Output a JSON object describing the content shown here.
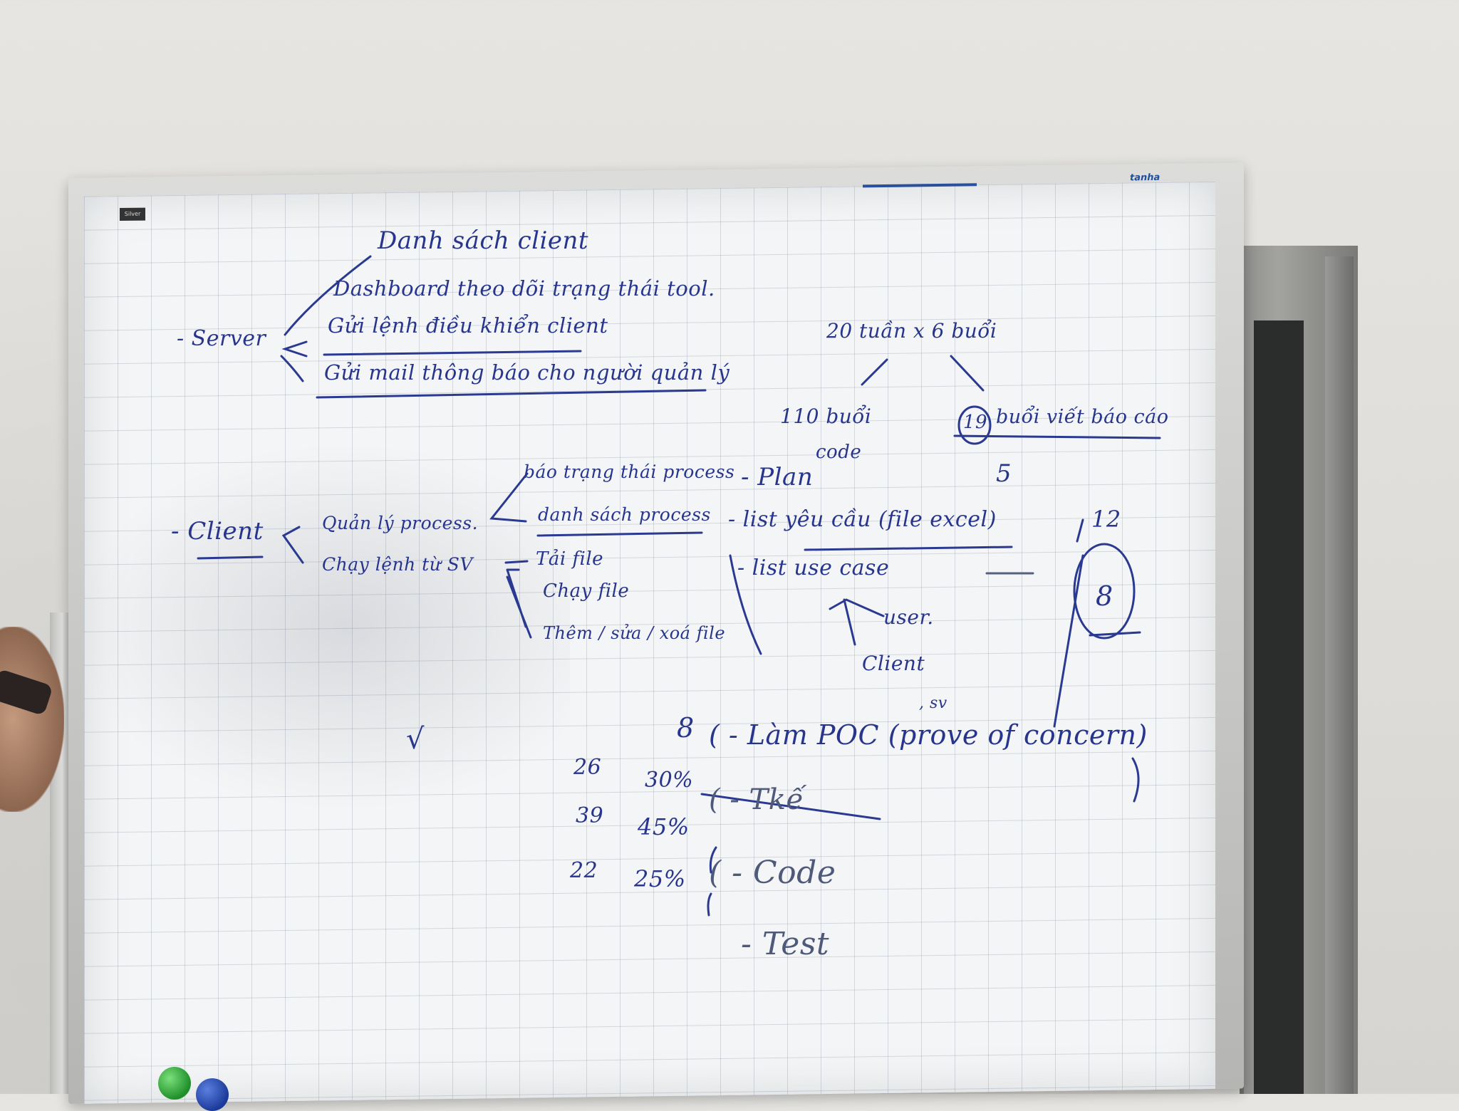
{
  "board": {
    "brand_left": "Silver",
    "brand_right": "tanha"
  },
  "server_branch": {
    "label": "- Server",
    "items": [
      "Danh sách client",
      "Dashboard theo dõi trạng thái tool.",
      "Gửi lệnh điều khiển client",
      "Gửi mail thông báo cho người quản lý"
    ]
  },
  "client_branch": {
    "label": "- Client",
    "sub": [
      "Quản lý process.",
      "Chạy lệnh từ SV"
    ],
    "process_items": [
      "báo trạng thái process",
      "danh sách process"
    ],
    "file_items": [
      "Tải file",
      "Chạy file",
      "Thêm / sửa / xoá file"
    ]
  },
  "estimate": {
    "header": "20 tuần x 6 buổi",
    "code_sessions": "110 buổi",
    "code_label": "code",
    "report_num": "19",
    "report_label": "buổi viết báo cáo",
    "plan_num": "5",
    "req_num": "12",
    "usecase_num": "8"
  },
  "plan_items": [
    "- Plan",
    "- list yêu cầu (file excel)",
    "- list use case",
    "user.",
    "Client",
    ", sv"
  ],
  "phases": {
    "check": "√",
    "poc_num": "8",
    "poc": "( - Làm POC (prove of concern)",
    "design_num": "26",
    "design_pct": "30%",
    "design": "( - Tkế",
    "code_num": "39",
    "code_pct": "45%",
    "code": "( - Code",
    "test_num": "22",
    "test_pct": "25%",
    "test": "- Test"
  }
}
